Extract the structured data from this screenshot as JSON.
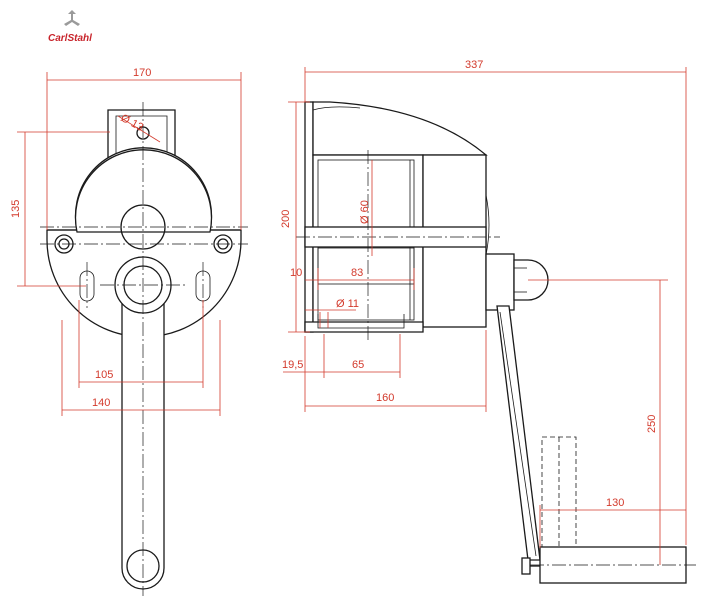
{
  "brand": {
    "name": "CarlStahl",
    "mark_color": "#9a9a9a",
    "text_color": "#c8242b"
  },
  "colors": {
    "line": "#1a1a1a",
    "dimension": "#d33a2c"
  },
  "front_view": {
    "width": "170",
    "height": "135",
    "hole_diameter": "Ø 13",
    "hole_spacing_inner": "105",
    "hole_spacing_outer": "140"
  },
  "side_view": {
    "overall_length": "337",
    "height": "200",
    "drum_diameter": "Ø 60",
    "offset": "10",
    "drum_length": "83",
    "bolt_diameter": "Ø 11",
    "base_offset": "19,5",
    "base_spacing": "65",
    "housing_length": "160",
    "crank_radius": "250",
    "handle_length": "130"
  }
}
